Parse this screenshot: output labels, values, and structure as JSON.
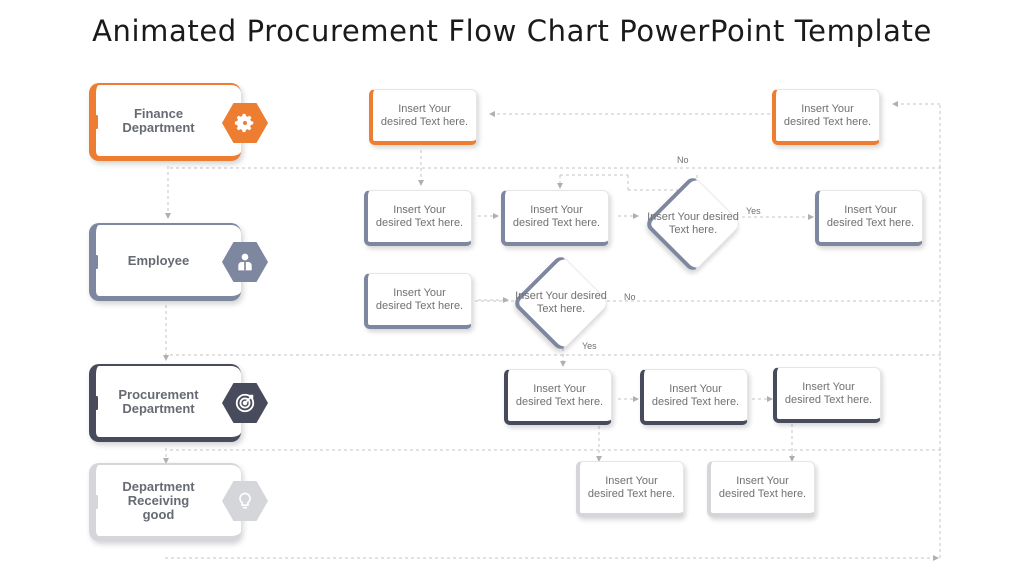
{
  "title": "Animated Procurement Flow Chart PowerPoint Template",
  "colors": {
    "orange": "#ed7d31",
    "slate": "#7d87a0",
    "dark": "#474b5c",
    "light": "#d5d6da",
    "connector": "#b5b5b5"
  },
  "lanes": [
    {
      "label": "Finance\nDepartment",
      "icon": "gear-icon"
    },
    {
      "label": "Employee",
      "icon": "person-icon"
    },
    {
      "label": "Procurement\nDepartment",
      "icon": "target-icon"
    },
    {
      "label": "Department\nReceiving\ngood",
      "icon": "lightbulb-icon"
    }
  ],
  "boxes": {
    "f1": "Insert Your desired Text here.",
    "f2": "Insert Your desired Text here.",
    "e1": "Insert Your desired Text here.",
    "e2": "Insert Your desired Text here.",
    "e3": "Insert Your desired Text here.",
    "e4": "Insert Your desired Text here.",
    "p1": "Insert Your desired Text here.",
    "p2": "Insert Your desired Text here.",
    "p3": "Insert Your desired Text here.",
    "r1": "Insert Your desired Text here.",
    "r2": "Insert Your desired Text here."
  },
  "decisions": {
    "d1": "Insert Your desired Text here.",
    "d2": "Insert Your desired Text here."
  },
  "tags": {
    "d1_no": "No",
    "d1_yes": "Yes",
    "d2_no": "No",
    "d2_yes": "Yes"
  }
}
